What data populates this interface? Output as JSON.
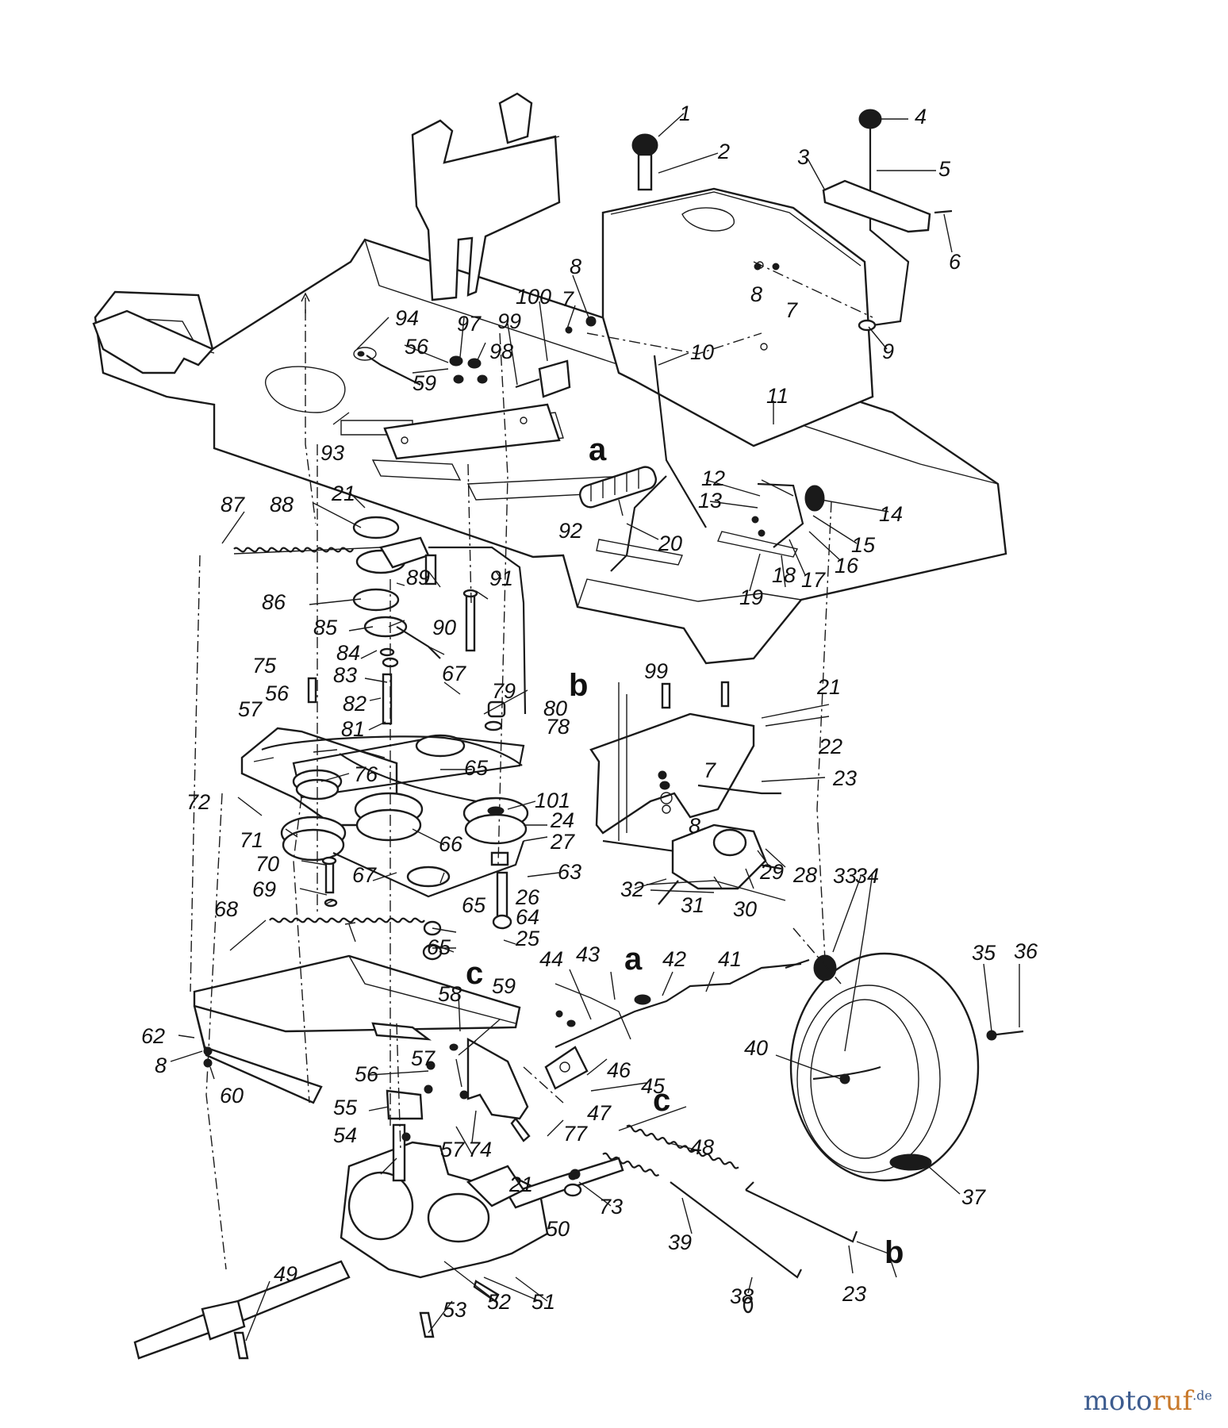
{
  "parts": {
    "p1": "1",
    "p2": "2",
    "p3": "3",
    "p4": "4",
    "p5": "5",
    "p6": "6",
    "p7": "7",
    "p8": "8",
    "p9": "9",
    "p10": "10",
    "p11": "11",
    "p12": "12",
    "p13": "13",
    "p14": "14",
    "p15": "15",
    "p16": "16",
    "p17": "17",
    "p18": "18",
    "p19": "19",
    "p20": "20",
    "p21": "21",
    "p22": "22",
    "p23": "23",
    "p24": "24",
    "p25": "25",
    "p26": "26",
    "p27": "27",
    "p28": "28",
    "p29": "29",
    "p30": "30",
    "p31": "31",
    "p32": "32",
    "p33": "33",
    "p34": "34",
    "p35": "35",
    "p36": "36",
    "p37": "37",
    "p38": "38",
    "p39": "39",
    "p40": "40",
    "p41": "41",
    "p42": "42",
    "p43": "43",
    "p44": "44",
    "p45": "45",
    "p46": "46",
    "p47": "47",
    "p48": "48",
    "p49": "49",
    "p50": "50",
    "p51": "51",
    "p52": "52",
    "p53": "53",
    "p54": "54",
    "p55": "55",
    "p56": "56",
    "p57": "57",
    "p58": "58",
    "p59": "59",
    "p60": "60",
    "p62": "62",
    "p63": "63",
    "p64": "64",
    "p65": "65",
    "p66": "66",
    "p67": "67",
    "p68": "68",
    "p69": "69",
    "p70": "70",
    "p71": "71",
    "p72": "72",
    "p73": "73",
    "p74": "74",
    "p75": "75",
    "p76": "76",
    "p77": "77",
    "p78": "78",
    "p79": "79",
    "p80": "80",
    "p81": "81",
    "p82": "82",
    "p83": "83",
    "p84": "84",
    "p85": "85",
    "p86": "86",
    "p87": "87",
    "p88": "88",
    "p89": "89",
    "p90": "90",
    "p91": "91",
    "p92": "92",
    "p93": "93",
    "p94": "94",
    "p97": "97",
    "p98": "98",
    "p99": "99",
    "p100": "100",
    "p101": "101"
  },
  "refs": {
    "a": "a",
    "b": "b",
    "c": "c"
  },
  "watermark": {
    "part1": "moto",
    "part2": "ruf",
    "part3": ".de"
  }
}
